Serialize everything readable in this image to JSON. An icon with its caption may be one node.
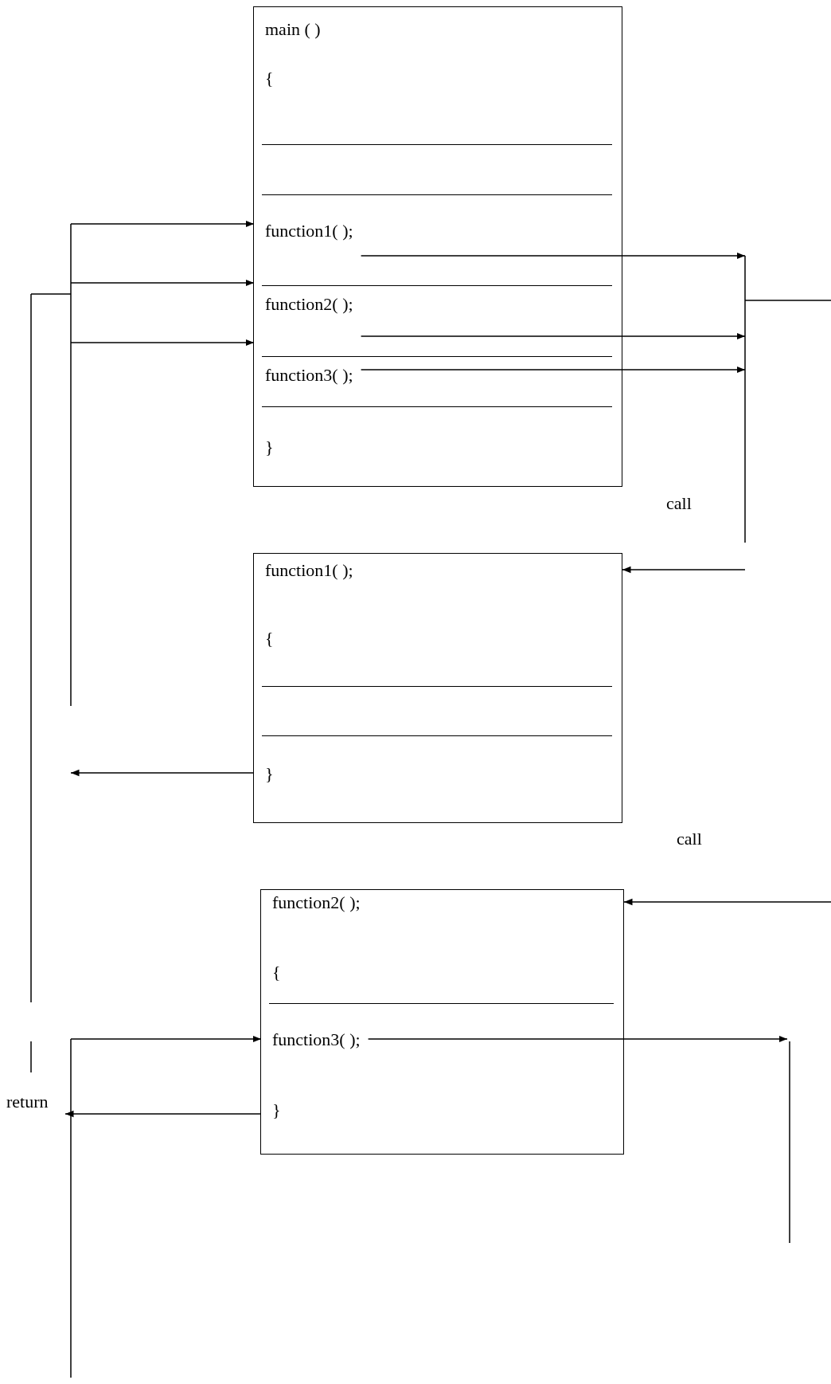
{
  "diagram": {
    "nodes": [
      {
        "text": [
          "main ( )",
          "{",
          "}"
        ]
      },
      {
        "text": [
          "function1( );"
        ],
        "in": 0
      },
      {
        "text": [
          "function2( );"
        ],
        "in": 0
      },
      {
        "text": [
          "function3( );"
        ],
        "in": 0
      },
      {
        "text": [
          "function1( );",
          "{",
          "}"
        ]
      },
      {
        "text": [
          "function2( );",
          "{",
          "}"
        ]
      },
      {
        "text": [
          "function3( );"
        ],
        "in": 5
      },
      {
        "text": [
          "return"
        ]
      }
    ],
    "edges": [
      {
        "from": null,
        "to": 1,
        "arrow": "to"
      },
      {
        "from": null,
        "to": 2,
        "arrow": "to"
      },
      {
        "from": null,
        "to": 3,
        "arrow": "to"
      },
      {
        "from": 1,
        "to": null,
        "arrow": "to"
      },
      {
        "from": 2,
        "to": null,
        "arrow": "to"
      },
      {
        "from": 3,
        "to": null,
        "arrow": "to"
      },
      {
        "from": null,
        "to": 4,
        "arrow": "to"
      },
      {
        "from": 4,
        "to": null,
        "arrow": "to"
      },
      {
        "from": null,
        "to": 5,
        "arrow": "to"
      },
      {
        "from": null,
        "to": 6,
        "arrow": "to"
      },
      {
        "from": 6,
        "to": null,
        "arrow": "to"
      },
      {
        "from": 5,
        "to": 7,
        "arrow": "to"
      }
    ],
    "labels": [
      "call",
      "call"
    ]
  }
}
